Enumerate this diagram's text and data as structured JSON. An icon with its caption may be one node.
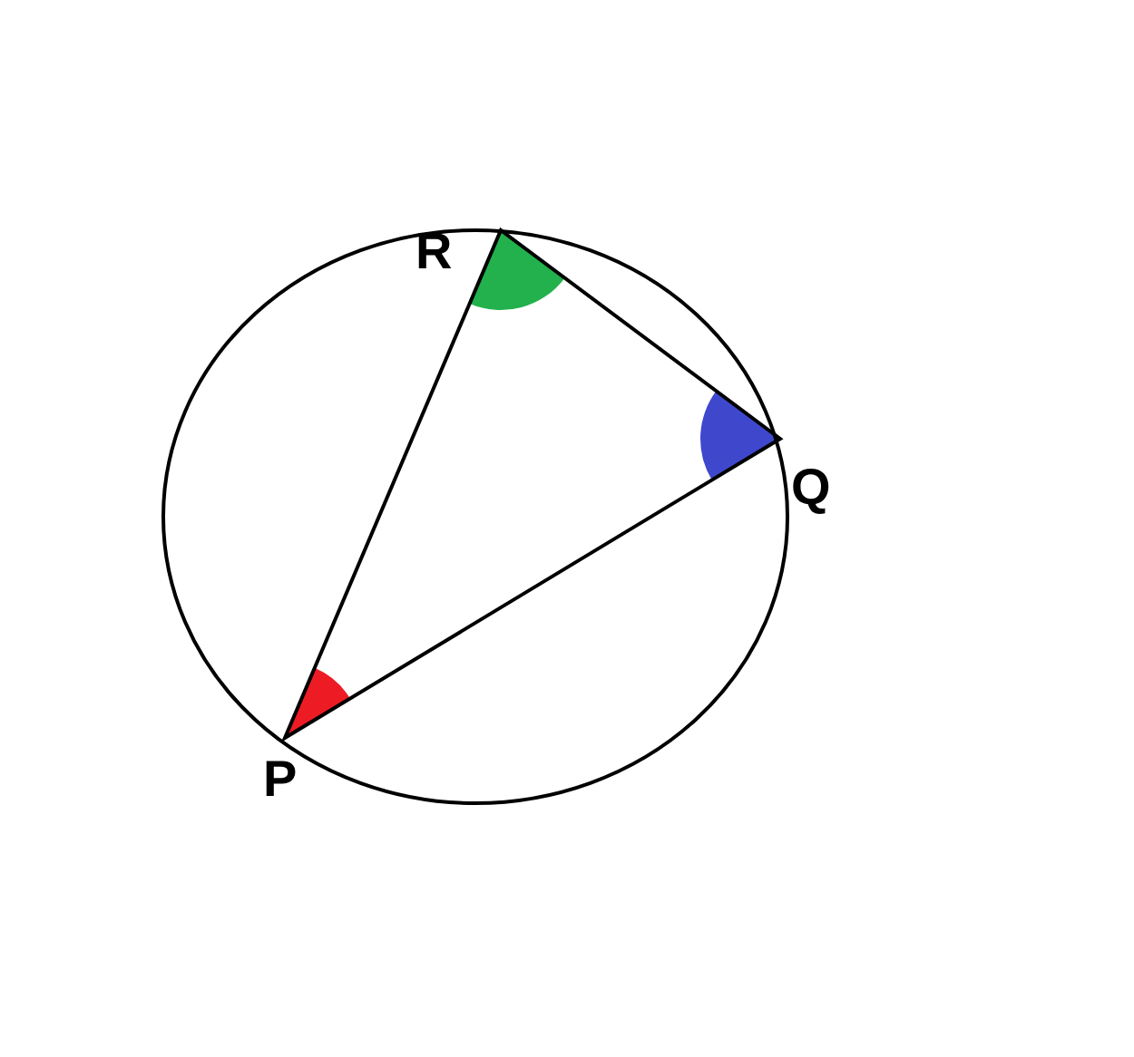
{
  "diagram": {
    "labels": [
      "R",
      "Q",
      "P"
    ]
  }
}
